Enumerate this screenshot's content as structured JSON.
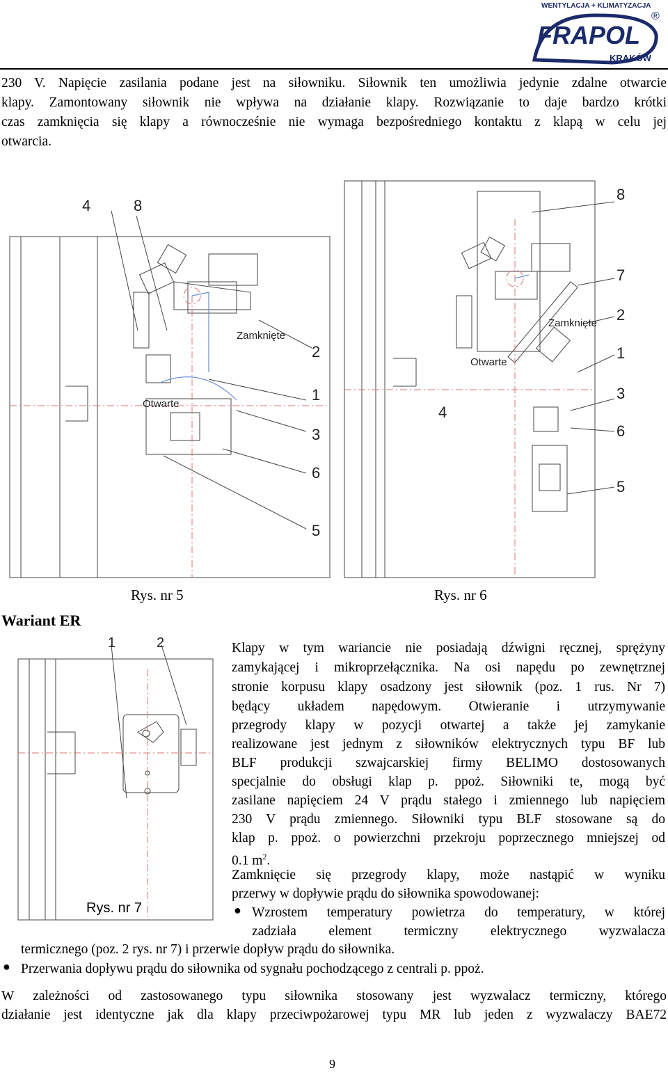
{
  "header": {
    "logo_top": "WENTYLACJA + KLIMATYZACJA",
    "logo_brand": "FRAPOL",
    "logo_reg": "®",
    "logo_city": "KRAKÓW"
  },
  "intro": [
    "230 V. Napięcie zasilania podane jest na siłowniku. Siłownik ten umożliwia jedynie zdalne otwarcie",
    "klapy. Zamontowany siłownik nie wpływa na działanie klapy. Rozwiązanie to daje bardzo krótki",
    "czas zamknięcia się klapy a równocześnie nie wymaga bezpośredniego kontaktu z klapą w celu jej",
    "otwarcia."
  ],
  "fig5": {
    "caption": "Rys. nr 5",
    "labels": {
      "n4": "4",
      "n8": "8",
      "n2": "2",
      "n1": "1",
      "n3": "3",
      "n6": "6",
      "n5": "5",
      "closed": "Zamknięte",
      "open": "Otwarte"
    }
  },
  "fig6": {
    "caption": "Rys. nr 6",
    "labels": {
      "n8": "8",
      "n7": "7",
      "n2": "2",
      "n1": "1",
      "n3": "3",
      "n6": "6",
      "n5": "5",
      "n4": "4",
      "closed": "Zamknięte",
      "open": "Otwarte"
    }
  },
  "variant_title": "Wariant ER",
  "fig7": {
    "caption": "Rys. nr 7",
    "labels": {
      "n1": "1",
      "n2": "2"
    }
  },
  "er_text": [
    "Klapy w tym wariancie nie posiadają dźwigni ręcznej, sprężyny",
    "zamykającej i mikroprzełącznika. Na osi napędu po zewnętrznej",
    "stronie korpusu klapy osadzony jest siłownik (poz. 1 rus. Nr 7)",
    "będący układem napędowym. Otwieranie i utrzymywanie",
    "przegrody klapy w pozycji otwartej a także jej zamykanie",
    "realizowane jest jednym z siłowników elektrycznych typu BF lub",
    "BLF produkcji szwajcarskiej firmy BELIMO dostosowanych",
    "specjalnie do obsługi klap p. ppoż. Siłowniki te, mogą być",
    "zasilane napięciem 24 V prądu stałego i zmiennego lub napięciem",
    "230 V prądu zmiennego. Siłowniki typu BLF stosowane są do",
    "klap p. ppoż. o powierzchni przekroju poprzecznego mniejszej od"
  ],
  "er_last": {
    "text": "0.1 m",
    "sup": "2",
    "end": "."
  },
  "closing_text": [
    "Zamknięcie się przegrody klapy, może nastąpić w wyniku",
    "przerwy w dopływie prądu do siłownika spowodowanej:"
  ],
  "bullets": {
    "b1_line1": "Wzrostem temperatury powietrza do temperatury, w której",
    "b1_line2": "zadziała element termiczny elektrycznego wyzwalacza",
    "b1_line3": "termicznego (poz. 2 rys. nr 7) i przerwie dopływ prądu do siłownika.",
    "b2": "Przerwania dopływu prądu do siłownika od sygnału pochodzącego z centrali p. ppoż."
  },
  "final": [
    "W zależności od zastosowanego typu siłownika stosowany jest wyzwalacz termiczny, którego",
    "działanie jest identyczne jak dla klapy przeciwpożarowej typu MR lub jeden z wyzwalaczy BAE72"
  ],
  "page_number": "9"
}
